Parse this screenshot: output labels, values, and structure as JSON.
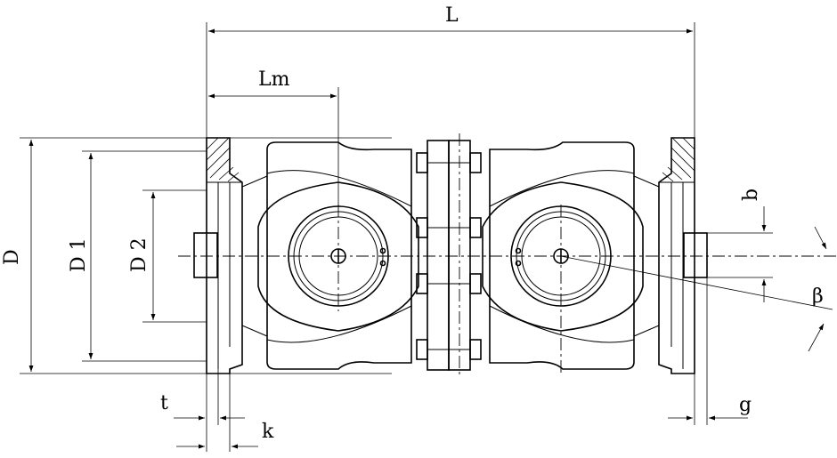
{
  "labels": {
    "L": "L",
    "Lm": "Lm",
    "D": "D",
    "D1": "D 1",
    "D2": "D 2",
    "t": "t",
    "k": "k",
    "b": "b",
    "g": "g",
    "beta": "β"
  }
}
